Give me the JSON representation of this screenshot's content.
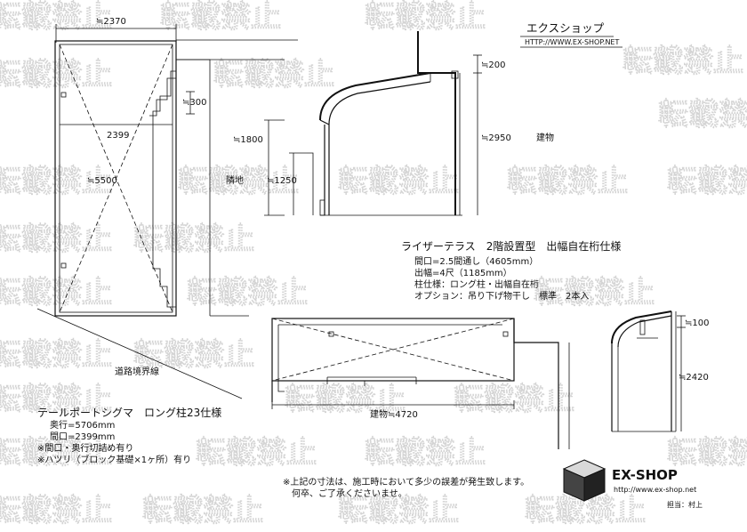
{
  "watermark_text": "転載禁止",
  "shop": {
    "name": "エクスショップ",
    "url": "HTTP://WWW.EX-SHOP.NET",
    "logo_text": "EX-SHOP",
    "logo_url": "http://www.ex-shop.net",
    "staff": "担当：村上"
  },
  "plan": {
    "width_label": "≒2370",
    "inner_width_label": "2399",
    "depth_label": "≒5500",
    "offset_label": "≒300",
    "neighbor_label": "隣地",
    "road_label": "道路境界線"
  },
  "section": {
    "top_label": "≒200",
    "height_label": "≒2950",
    "building_label": "建物",
    "h1_label": "≒1800",
    "h2_label": "≒1250"
  },
  "terrace_spec": {
    "title": "ライザーテラス　2階設置型　出幅自在桁仕様",
    "lines": [
      "間口=2.5間通し（4605mm）",
      "出幅=4尺（1185mm）",
      "柱仕様：ロング柱・出幅自在桁",
      "オプション：吊り下げ物干し　標準　2本入"
    ]
  },
  "carport_spec": {
    "title": "テールポートシグマ　ロング柱23仕様",
    "lines": [
      "奥行=5706mm",
      "間口=2399mm",
      "※間口・奥行切詰め有り",
      "※ハツリ（ブロック基礎×1ヶ所）有り"
    ]
  },
  "lower_plan": {
    "building_label": "建物≒4720"
  },
  "side_view": {
    "top_label": "≒100",
    "height_label": "≒2420"
  },
  "footnote": {
    "line1": "※上記の寸法は、施工時において多少の誤差が発生致します。",
    "line2": "何卒、ご了承くださいませ。"
  }
}
